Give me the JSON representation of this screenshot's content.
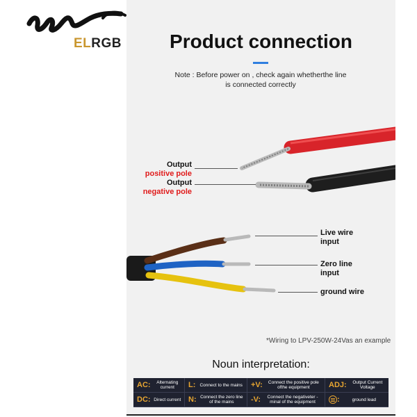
{
  "brand": {
    "el": "EL",
    "rgb": "RGB"
  },
  "title": "Product connection",
  "note": "Note : Before power on , check again whetherthe line is connected correctly",
  "output_labels": {
    "positive_line1": "Output",
    "positive_line2": "positive pole",
    "negative_line1": "Output",
    "negative_line2": "negative pole"
  },
  "input_labels": {
    "live_line1": "Live wire",
    "live_line2": "input",
    "zero_line1": "Zero line",
    "zero_line2": "input",
    "ground": "ground wire"
  },
  "example": "*Wiring to LPV-250W-24Vas an example",
  "noun_title": "Noun interpretation:",
  "legend": [
    {
      "symbol": "AC:",
      "desc": "Alternating current"
    },
    {
      "symbol": "L:",
      "desc": "Connect to the mains"
    },
    {
      "symbol": "+V:",
      "desc": "Connect the positive pole ofthe equipment"
    },
    {
      "symbol": "ADJ:",
      "desc": "Output Current Voltage"
    },
    {
      "symbol": "DC:",
      "desc": "Direct current"
    },
    {
      "symbol": "N:",
      "desc": "Connect the zero line of the mains"
    },
    {
      "symbol": "-V:",
      "desc": "Connect the negativeter -minal of the equipment"
    },
    {
      "symbol": ":",
      "desc": "ground lead",
      "icon": "ground-icon"
    }
  ],
  "colors": {
    "accent": "#2f7fe0",
    "positive_label": "#e01b1b",
    "legend_symbol": "#e8a631",
    "legend_bg": "#1f2230",
    "red_wire": "#d8242a",
    "black_wire": "#1e1e1e",
    "brown_wire": "#5a2f17",
    "blue_wire": "#1f63c4",
    "yellow_wire": "#e6c20f"
  }
}
